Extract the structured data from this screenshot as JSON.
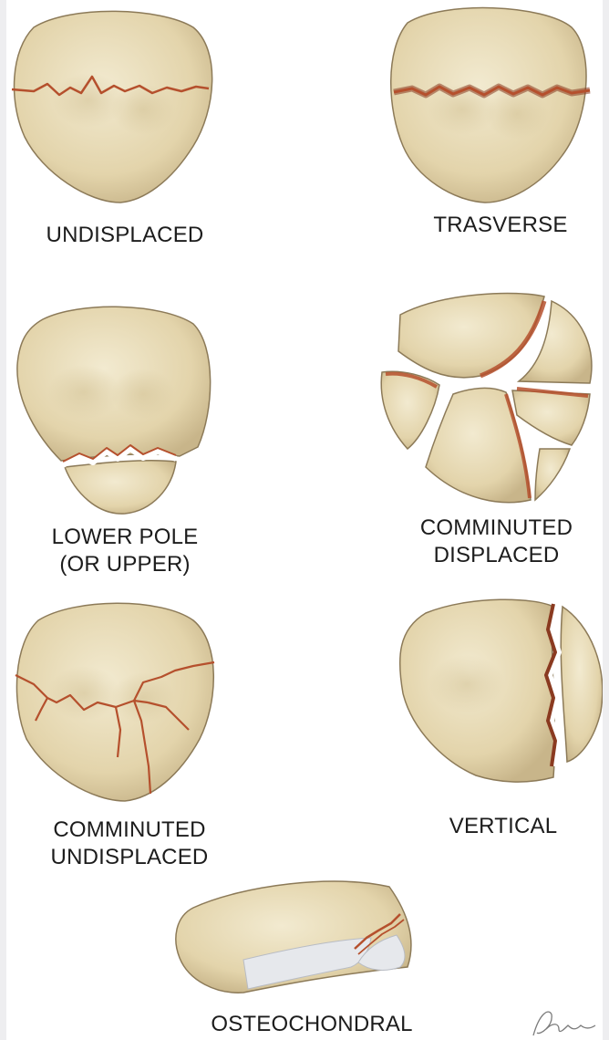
{
  "figure": {
    "colors": {
      "bone_light": "#f2ead0",
      "bone_mid": "#e3d4ab",
      "bone_shade": "#c8b58a",
      "bone_outline": "#8c7a58",
      "fracture": "#b5502d",
      "fracture_dark": "#8a3a20",
      "cartilage": "#e6e8ec"
    },
    "panels": [
      {
        "key": "undisplaced",
        "lines": [
          "UNDISPLACED"
        ]
      },
      {
        "key": "transverse",
        "lines": [
          "TRASVERSE"
        ]
      },
      {
        "key": "lower_pole",
        "lines": [
          "LOWER POLE",
          "(OR UPPER)"
        ]
      },
      {
        "key": "comminuted_displaced",
        "lines": [
          "COMMINUTED",
          "DISPLACED"
        ]
      },
      {
        "key": "comminuted_undisplaced",
        "lines": [
          "COMMINUTED",
          "UNDISPLACED"
        ]
      },
      {
        "key": "vertical",
        "lines": [
          "VERTICAL"
        ]
      },
      {
        "key": "osteochondral",
        "lines": [
          "OSTEOCHONDRAL"
        ]
      }
    ]
  }
}
